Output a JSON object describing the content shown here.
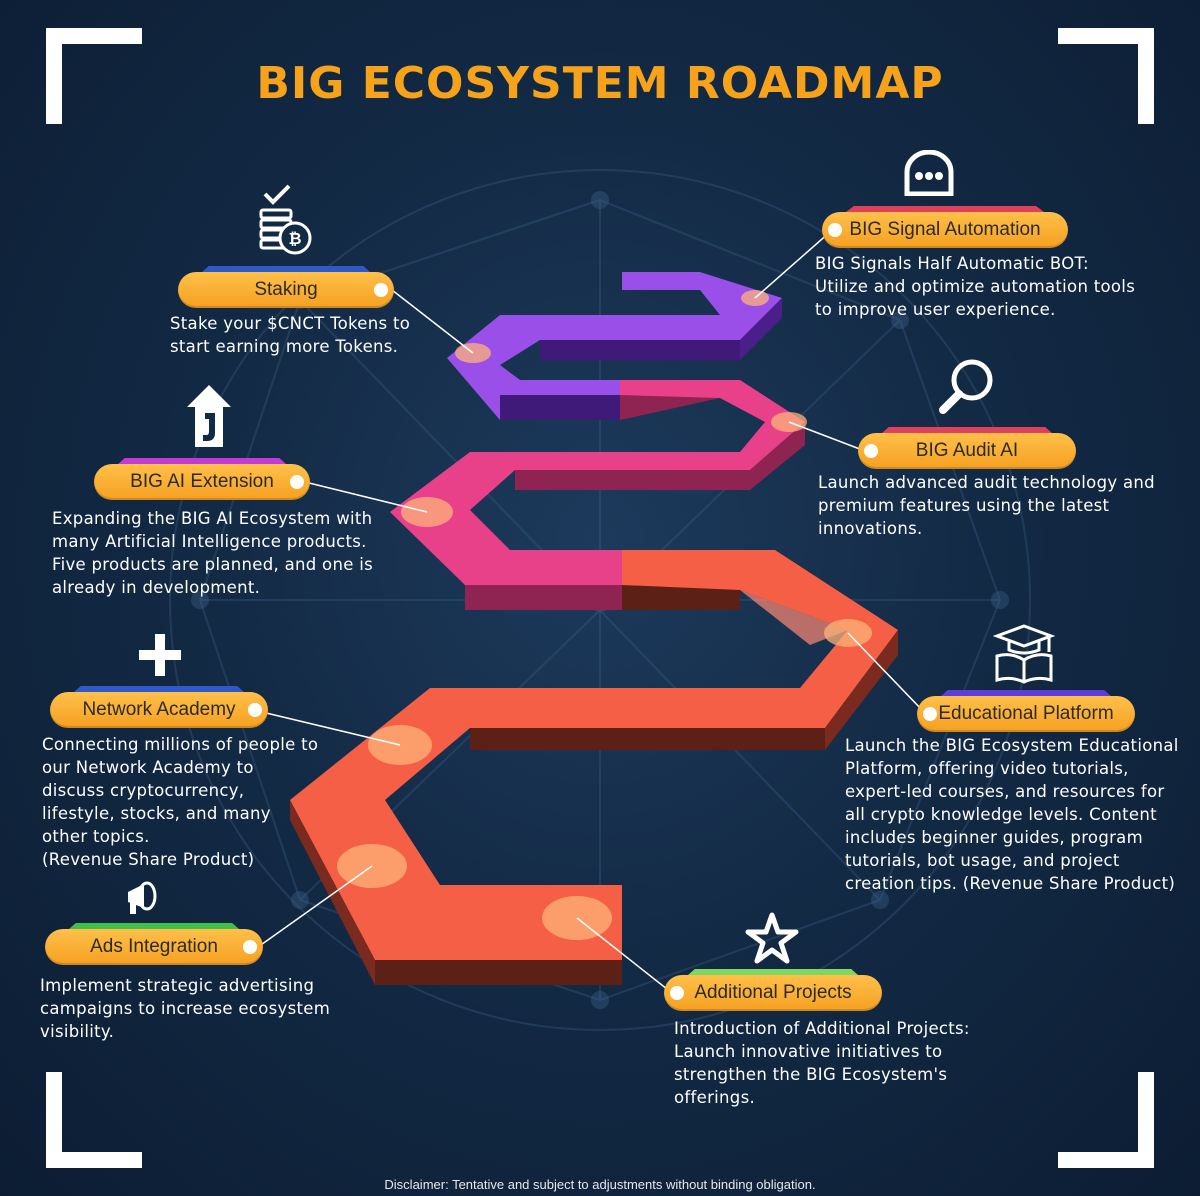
{
  "title": "BIG ECOSYSTEM ROADMAP",
  "disclaimer": "Disclaimer: Tentative and subject to adjustments without binding obligation.",
  "colors": {
    "pill": "#f5a021",
    "path_purple": "#8c3fe0",
    "path_pink": "#e8418a",
    "path_orange": "#f45f45",
    "title": "#f7a21b"
  },
  "milestones": [
    {
      "label": "Staking",
      "icon": "coin-stack-check-icon",
      "description": "Stake your $CNCT Tokens to\nstart earning more Tokens."
    },
    {
      "label": "BIG Signal Automation",
      "icon": "robot-icon",
      "description": "BIG Signals Half Automatic BOT:\nUtilize and optimize automation tools\nto improve user experience."
    },
    {
      "label": "BIG AI Extension",
      "icon": "extension-logo-icon",
      "description": "Expanding the BIG AI Ecosystem with\nmany Artificial Intelligence products.\nFive products are planned, and one is\nalready in development."
    },
    {
      "label": "BIG Audit AI",
      "icon": "magnifier-icon",
      "description": "Launch advanced audit technology and\npremium features using the latest\ninnovations."
    },
    {
      "label": "Network Academy",
      "icon": "plus-icon",
      "description": "Connecting millions of people to\nour Network Academy to\ndiscuss cryptocurrency,\nlifestyle, stocks, and many\nother topics.\n(Revenue Share Product)"
    },
    {
      "label": "Educational Platform",
      "icon": "graduation-book-icon",
      "description": "Launch the BIG Ecosystem Educational\nPlatform, offering video tutorials,\nexpert-led courses, and resources for\nall crypto knowledge levels. Content\nincludes beginner guides, program\ntutorials, bot usage, and project\ncreation tips.  (Revenue Share Product)"
    },
    {
      "label": "Ads Integration",
      "icon": "megaphone-icon",
      "description": "Implement strategic advertising\ncampaigns to increase ecosystem\nvisibility."
    },
    {
      "label": "Additional Projects",
      "icon": "star-icon",
      "description": "Introduction of Additional Projects:\nLaunch innovative initiatives to\nstrengthen the BIG Ecosystem's\nofferings."
    }
  ]
}
